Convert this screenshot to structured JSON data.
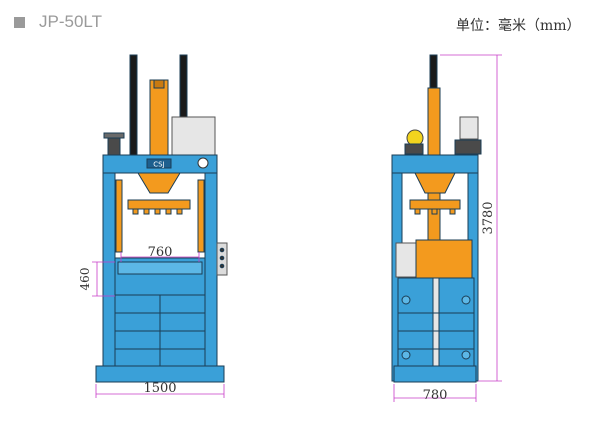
{
  "header": {
    "model": "JP-50LT",
    "unit": "单位：毫米（mm）"
  },
  "front_view": {
    "width_label": "1500",
    "chamber_width_label": "760",
    "feed_height_label": "460",
    "nameplate": "CSJ"
  },
  "side_view": {
    "width_label": "780",
    "height_label": "3780"
  },
  "colors": {
    "frame_blue": "#3aa0d8",
    "ram_orange": "#f39a1e",
    "dimension_magenta": "#c83cc8",
    "cylinder_black": "#1a1a1a",
    "box_grey": "#e6e6e6"
  }
}
